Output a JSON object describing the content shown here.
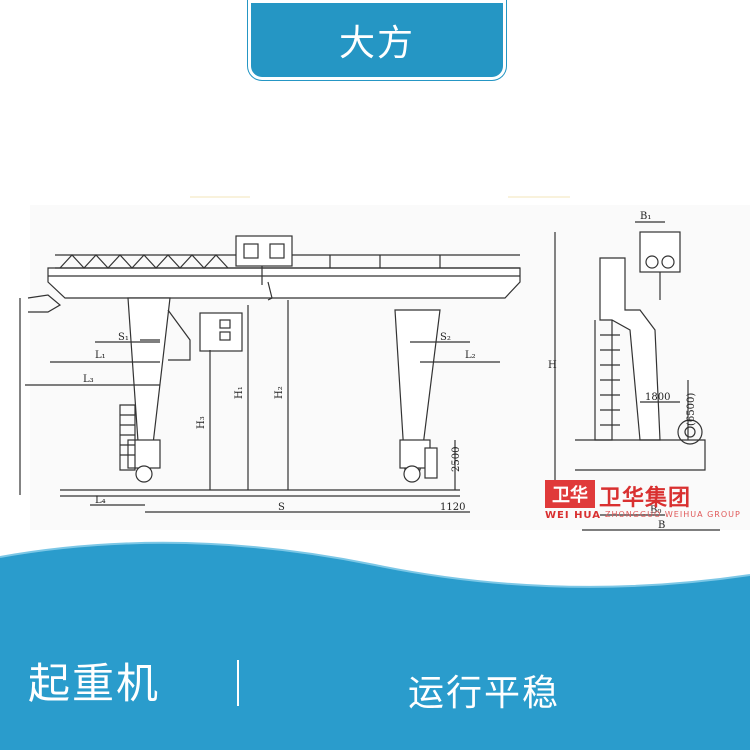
{
  "header": {
    "title": "大方"
  },
  "footer": {
    "left": "起重机",
    "right": "运行平稳"
  },
  "brand": {
    "color": "#2596c4",
    "logo_mark": "卫华",
    "logo_cn": "卫华集团",
    "logo_en": "WEI HUA",
    "logo_en2": "ZHONGGUO WEIHUA GROUP"
  },
  "diagram": {
    "labels": {
      "s1": "S₁",
      "s2": "S₂",
      "l1": "L₁",
      "l2": "L₂",
      "l3": "L₃",
      "l4": "L₄",
      "h": "H",
      "h1": "H₁",
      "h2": "H₂",
      "h3": "H₃",
      "s": "S",
      "d1120": "1120",
      "d2500": "2500",
      "d1800": "1800",
      "d6500": "(6500)",
      "b": "B",
      "b1": "B₁",
      "b0": "B₀"
    }
  }
}
